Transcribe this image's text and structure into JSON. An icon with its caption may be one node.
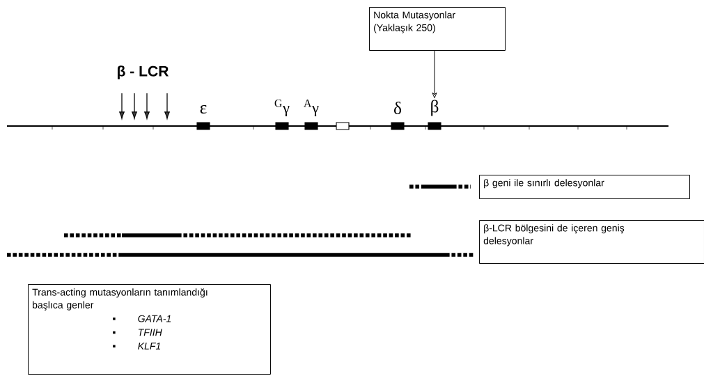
{
  "diagram": {
    "nodes": [
      {
        "text": [
          "Nokta Mutasyonlar (Yaklaşık 250)"
        ]
      },
      {
        "text": [
          "β"
        ]
      },
      {
        "text": [
          "β geni ile sınırlı delesyonlar"
        ]
      },
      {
        "text": [
          "β-LCR bölgesini de içeren geniş delesyonlar"
        ]
      },
      {
        "text": [
          "Trans-acting mutasyonların tanımlandığı başlıca genler",
          "GATA-1",
          "TFIIH",
          "KLF1"
        ]
      }
    ],
    "edges": [
      {
        "from": 0,
        "to": 1,
        "arrow": "to"
      }
    ],
    "labels": [
      "β - LCR",
      "ε",
      "$^{G}$γ",
      "$^{A}$γ",
      "δ"
    ]
  }
}
